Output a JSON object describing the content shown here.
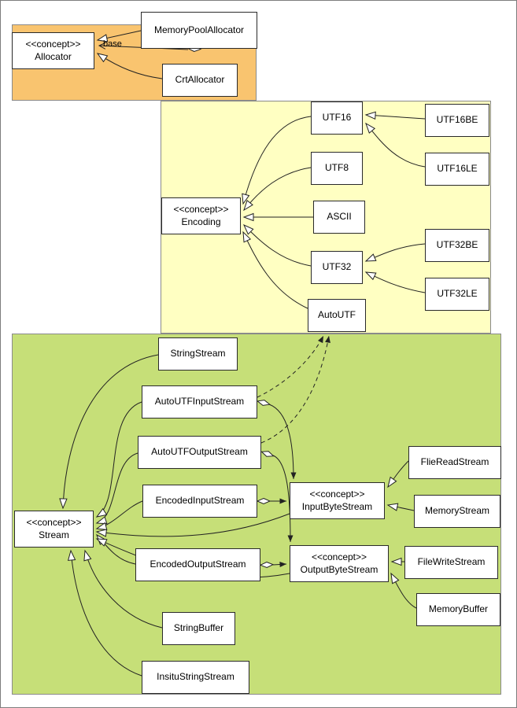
{
  "diagram": {
    "regions": {
      "allocators": {
        "color": "#F9C46F"
      },
      "encodings": {
        "color": "#FFFFC2"
      },
      "streams": {
        "color": "#C6DF78"
      }
    },
    "nodes": {
      "allocator": {
        "label": "<<concept>>\nAllocator"
      },
      "memory_pool_allocator": {
        "label": "MemoryPoolAllocator"
      },
      "crt_allocator": {
        "label": "CrtAllocator"
      },
      "utf16": {
        "label": "UTF16"
      },
      "utf16be": {
        "label": "UTF16BE"
      },
      "utf16le": {
        "label": "UTF16LE"
      },
      "utf8": {
        "label": "UTF8"
      },
      "encoding": {
        "label": "<<concept>>\nEncoding"
      },
      "ascii": {
        "label": "ASCII"
      },
      "utf32": {
        "label": "UTF32"
      },
      "utf32be": {
        "label": "UTF32BE"
      },
      "utf32le": {
        "label": "UTF32LE"
      },
      "autoutf": {
        "label": "AutoUTF"
      },
      "string_stream": {
        "label": "StringStream"
      },
      "autoutf_input_stream": {
        "label": "AutoUTFInputStream"
      },
      "autoutf_output_stream": {
        "label": "AutoUTFOutputStream"
      },
      "encoded_input_stream": {
        "label": "EncodedInputStream"
      },
      "stream": {
        "label": "<<concept>>\nStream"
      },
      "input_byte_stream": {
        "label": "<<concept>>\nInputByteStream"
      },
      "flie_read_stream": {
        "label": "FlieReadStream"
      },
      "memory_stream": {
        "label": "MemoryStream"
      },
      "encoded_output_stream": {
        "label": "EncodedOutputStream"
      },
      "output_byte_stream": {
        "label": "<<concept>>\nOutputByteStream"
      },
      "file_write_stream": {
        "label": "FileWriteStream"
      },
      "memory_buffer": {
        "label": "MemoryBuffer"
      },
      "string_buffer": {
        "label": "StringBuffer"
      },
      "insitu_string_stream": {
        "label": "InsituStringStream"
      }
    },
    "edge_labels": {
      "base": "base"
    },
    "edges": [
      {
        "from": "MemoryPoolAllocator",
        "to": "Allocator",
        "type": "generalization"
      },
      {
        "from": "MemoryPoolAllocator",
        "to": "Allocator",
        "type": "aggregation",
        "label": "base"
      },
      {
        "from": "CrtAllocator",
        "to": "Allocator",
        "type": "generalization"
      },
      {
        "from": "UTF16BE",
        "to": "UTF16",
        "type": "generalization"
      },
      {
        "from": "UTF16LE",
        "to": "UTF16",
        "type": "generalization"
      },
      {
        "from": "UTF16",
        "to": "Encoding",
        "type": "generalization"
      },
      {
        "from": "UTF8",
        "to": "Encoding",
        "type": "generalization"
      },
      {
        "from": "ASCII",
        "to": "Encoding",
        "type": "generalization"
      },
      {
        "from": "UTF32",
        "to": "Encoding",
        "type": "generalization"
      },
      {
        "from": "AutoUTF",
        "to": "Encoding",
        "type": "generalization"
      },
      {
        "from": "UTF32BE",
        "to": "UTF32",
        "type": "generalization"
      },
      {
        "from": "UTF32LE",
        "to": "UTF32",
        "type": "generalization"
      },
      {
        "from": "StringStream",
        "to": "Stream",
        "type": "generalization"
      },
      {
        "from": "AutoUTFInputStream",
        "to": "Stream",
        "type": "generalization"
      },
      {
        "from": "AutoUTFOutputStream",
        "to": "Stream",
        "type": "generalization"
      },
      {
        "from": "EncodedInputStream",
        "to": "Stream",
        "type": "generalization"
      },
      {
        "from": "EncodedOutputStream",
        "to": "Stream",
        "type": "generalization"
      },
      {
        "from": "StringBuffer",
        "to": "Stream",
        "type": "generalization"
      },
      {
        "from": "InsituStringStream",
        "to": "Stream",
        "type": "generalization"
      },
      {
        "from": "InputByteStream",
        "to": "Stream",
        "type": "generalization"
      },
      {
        "from": "OutputByteStream",
        "to": "Stream",
        "type": "generalization"
      },
      {
        "from": "AutoUTFInputStream",
        "to": "InputByteStream",
        "type": "aggregation"
      },
      {
        "from": "EncodedInputStream",
        "to": "InputByteStream",
        "type": "aggregation"
      },
      {
        "from": "AutoUTFOutputStream",
        "to": "OutputByteStream",
        "type": "aggregation"
      },
      {
        "from": "EncodedOutputStream",
        "to": "OutputByteStream",
        "type": "aggregation"
      },
      {
        "from": "AutoUTFInputStream",
        "to": "AutoUTF",
        "type": "dependency"
      },
      {
        "from": "AutoUTFOutputStream",
        "to": "AutoUTF",
        "type": "dependency"
      },
      {
        "from": "FlieReadStream",
        "to": "InputByteStream",
        "type": "generalization"
      },
      {
        "from": "MemoryStream",
        "to": "InputByteStream",
        "type": "generalization"
      },
      {
        "from": "FileWriteStream",
        "to": "OutputByteStream",
        "type": "generalization"
      },
      {
        "from": "MemoryBuffer",
        "to": "OutputByteStream",
        "type": "generalization"
      }
    ]
  }
}
